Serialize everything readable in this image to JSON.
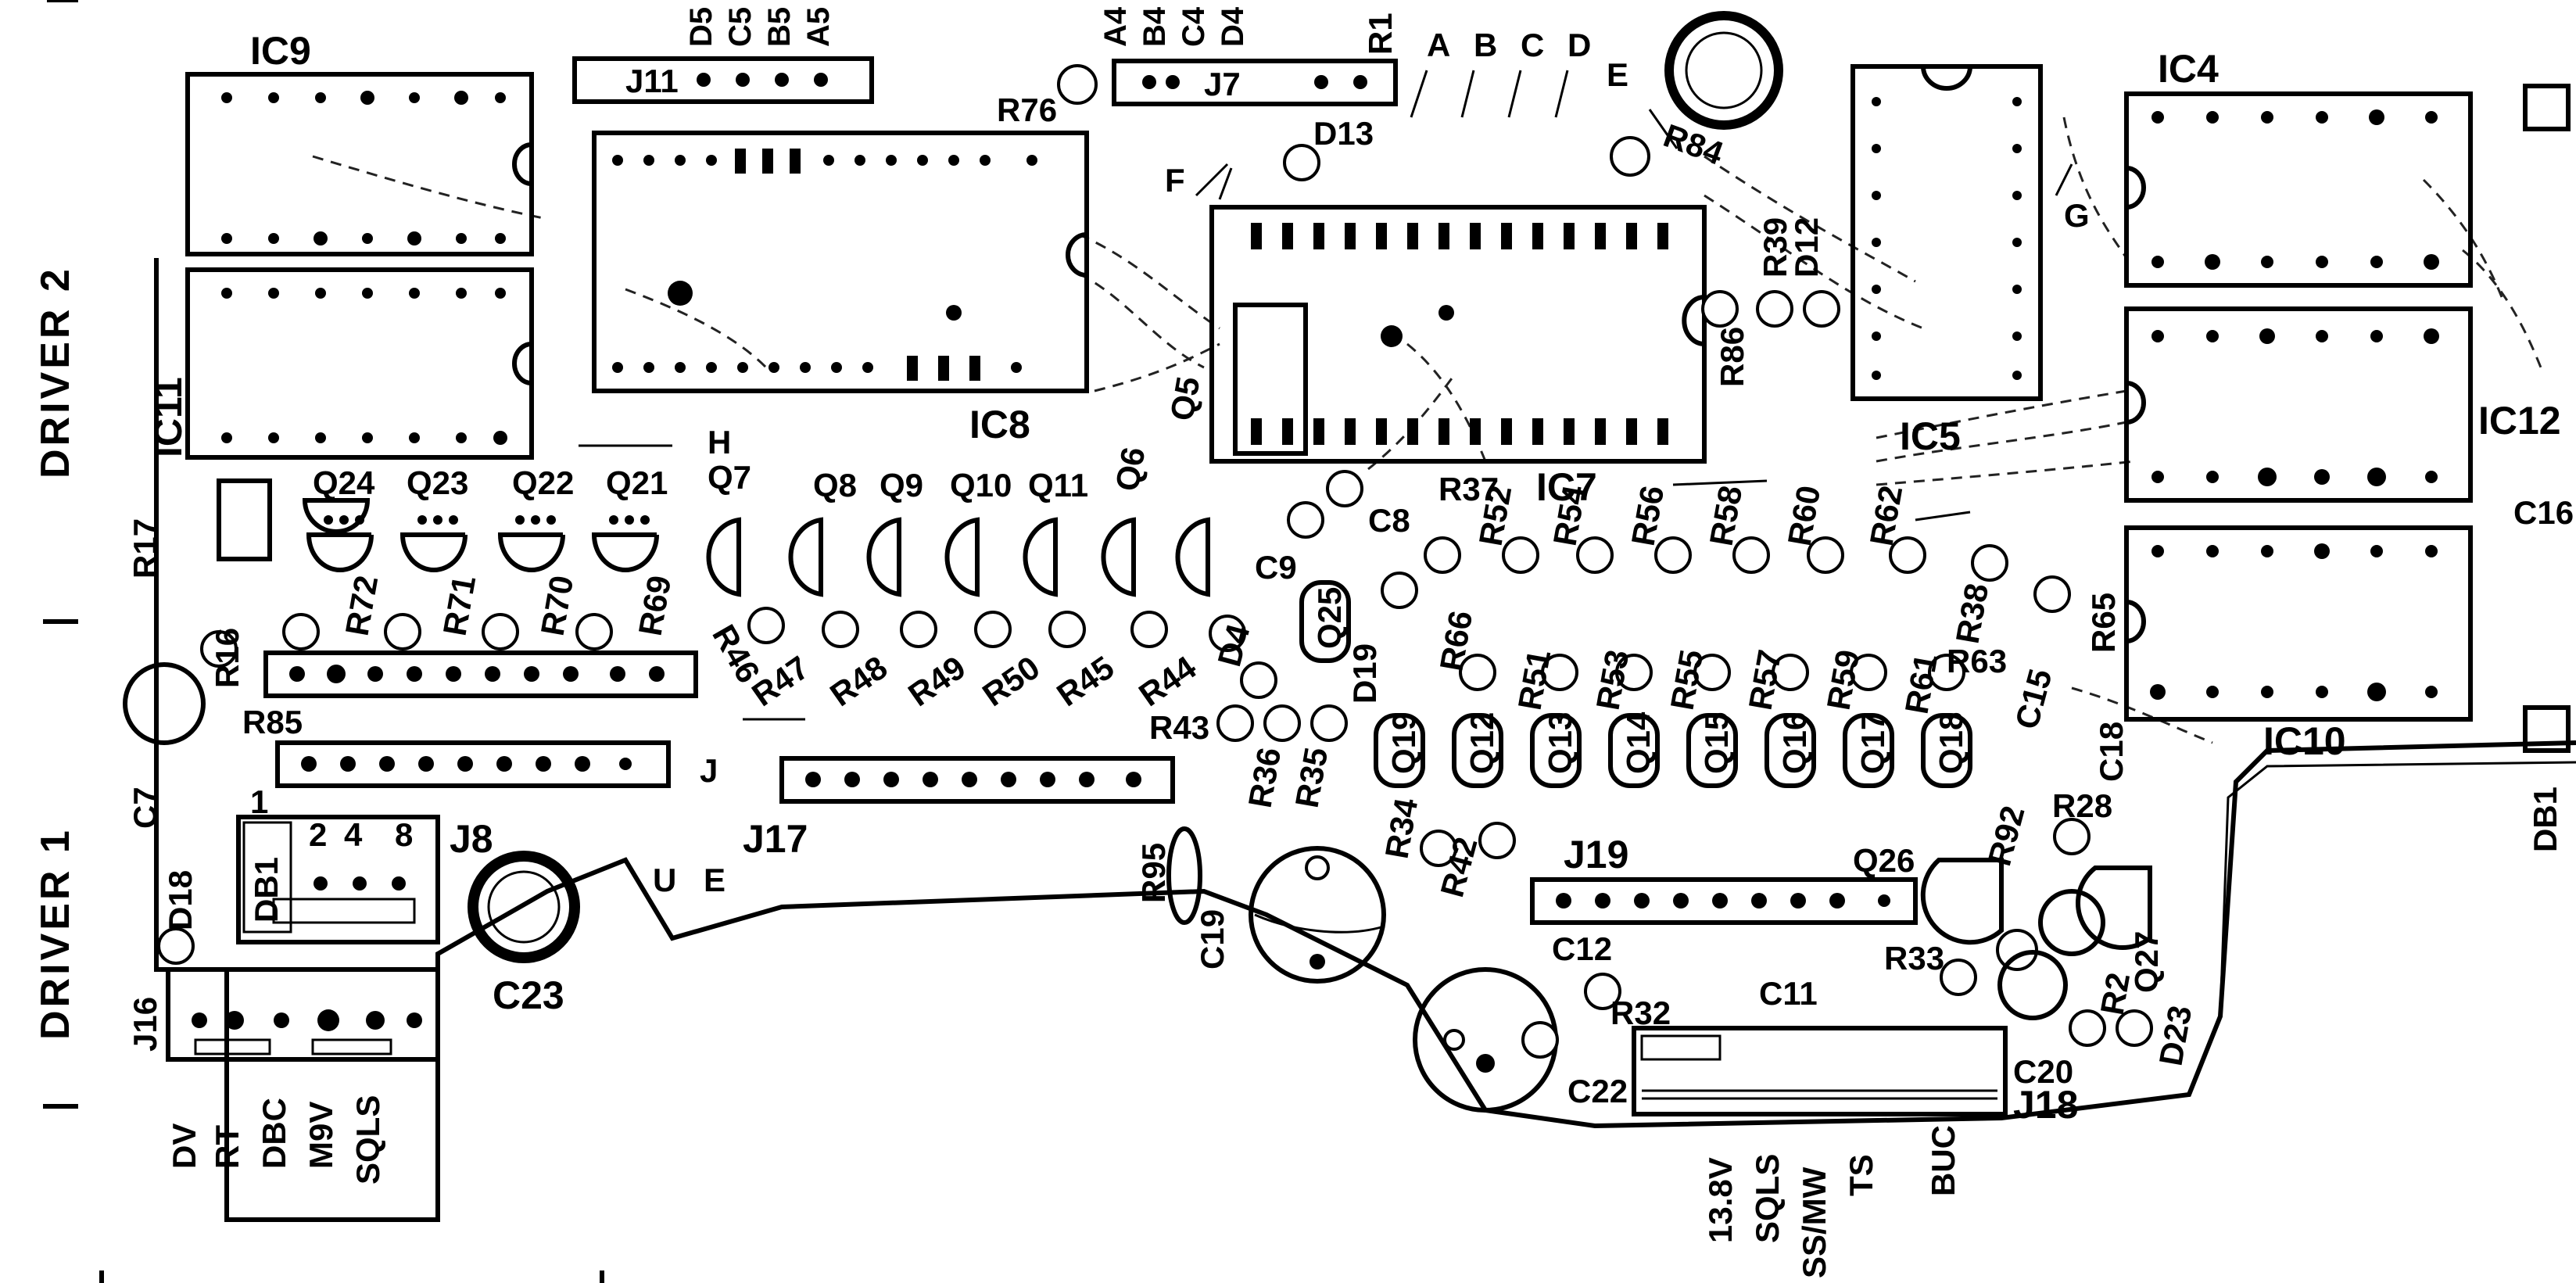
{
  "side_labels": {
    "driver_2": "DRIVER 2",
    "driver_1": "DRIVER 1"
  },
  "ics": {
    "ic9": "IC9",
    "ic11": "IC11",
    "ic8": "IC8",
    "ic7": "IC7",
    "ic5": "IC5",
    "ic4": "IC4",
    "ic12": "IC12",
    "ic10": "IC10"
  },
  "connectors": {
    "j11": "J11",
    "j7": "J7",
    "j8": "J8",
    "j16": "J16",
    "j17": "J17",
    "j19": "J19",
    "j18": "J18",
    "db1_left": "DB1",
    "db1_right": "DB1"
  },
  "j8_pins": [
    "1",
    "2",
    "4",
    "8"
  ],
  "top_pin_labels_left": [
    "D5",
    "C5",
    "B5",
    "A5"
  ],
  "top_pin_labels_right": [
    "A4",
    "B4",
    "C4",
    "D4"
  ],
  "jumper_letters": [
    "A",
    "B",
    "C",
    "D",
    "E",
    "F",
    "G",
    "H",
    "J",
    "U",
    "E"
  ],
  "transistors_row": [
    "Q24",
    "Q23",
    "Q22",
    "Q21",
    "Q7",
    "Q8",
    "Q9",
    "Q10",
    "Q11",
    "Q6",
    "Q5"
  ],
  "transistors_lower": [
    "Q19",
    "Q12",
    "Q13",
    "Q14",
    "Q15",
    "Q16",
    "Q17",
    "Q18",
    "Q25",
    "Q26",
    "Q27"
  ],
  "resistors_left": [
    "R76",
    "R17",
    "R16",
    "R85",
    "R72",
    "R71",
    "R70",
    "R69",
    "R46",
    "R47",
    "R48",
    "R49",
    "R50",
    "R45",
    "R44",
    "R43",
    "R36",
    "R35",
    "R34",
    "R95"
  ],
  "resistors_mid": [
    "R1",
    "R84",
    "R86",
    "R39",
    "R37",
    "R52",
    "R54",
    "R56",
    "R58",
    "R60",
    "R62",
    "R66",
    "R51",
    "R53",
    "R55",
    "R57",
    "R59",
    "R61",
    "R63",
    "R38",
    "R65",
    "R42",
    "R92",
    "R28",
    "R33",
    "R32",
    "R2"
  ],
  "capacitors": [
    "C7",
    "C8",
    "C9",
    "C11",
    "C12",
    "C15",
    "C16",
    "C18",
    "C19",
    "C20",
    "C22",
    "C23"
  ],
  "diodes": [
    "D4",
    "D12",
    "D13",
    "D18",
    "D19",
    "D23"
  ],
  "bottom_left_labels": [
    "DV",
    "RT",
    "DBC",
    "M9V",
    "SQLS"
  ],
  "bottom_right_labels": [
    "13.8V",
    "SQLS",
    "SS/MW",
    "TS",
    "BUC"
  ]
}
